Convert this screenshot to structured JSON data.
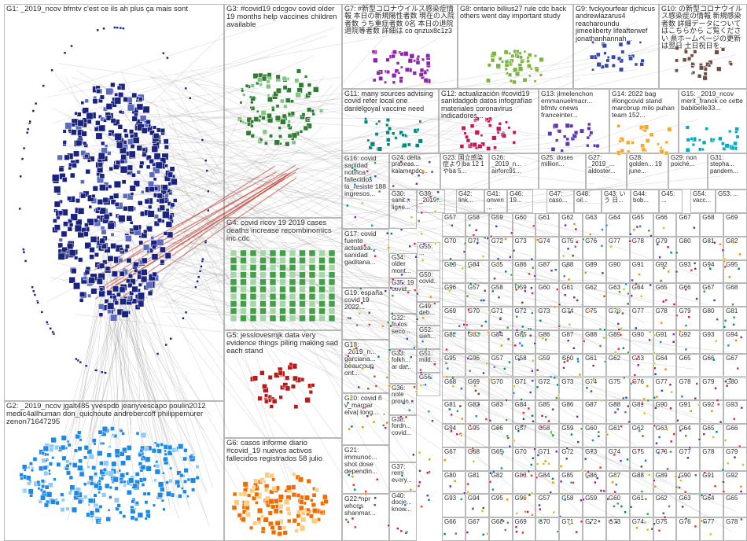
{
  "colors": {
    "edge": "#9a9a9a",
    "edge_red": "#c0392b",
    "box_border": "#b9b9b9",
    "label": "#2b2b2b"
  },
  "groups": [
    {
      "id": "G1",
      "label": "G1: _2019_ncov bfmtv c'est ce ils ah plus ça mais sont",
      "node_color": "#1a237e"
    },
    {
      "id": "G2",
      "label": "G2: _2019_ncov jgalt485 yvespdb jeanyvescapo poulin2012 medic4allhuman don_quichoute andrebercoff philippemurer zenon71647295",
      "node_color": "#1e88e5"
    },
    {
      "id": "G3",
      "label": "G3: #covid19 cdcgov covid older 19 months help vaccines children available",
      "node_color": "#2e7d32"
    },
    {
      "id": "G4",
      "label": "G4: covid ncov 19 2019 cases deaths increase recombinomics inc cdc",
      "node_color": "#43a047"
    },
    {
      "id": "G5",
      "label": "G5: jesslovesmjk data very evidence things piling making sad each stand",
      "node_color": "#b71c1c"
    },
    {
      "id": "G6",
      "label": "G6: casos informe diario #covid_19 nuevos activos fallecidos registrados 58 julio",
      "node_color": "#ef6c00"
    },
    {
      "id": "G7",
      "label": "G7: #新型コロナウイルス感染症情報 本日の新規陽性者数 現在の入院者数 うち重症者数 0名 本日の退院 退院等者数 詳細は co qnzux8c1z3",
      "node_color": "#8e24aa"
    },
    {
      "id": "G8",
      "label": "G8: ontario billius27 rule cdc back others went day important study",
      "node_color": "#7cb342"
    },
    {
      "id": "G9",
      "label": "G9: fvckyourfear djchicus andrewlazarus4 reacharoundu jimeeliberty lifeafterwef jonathanhannah...",
      "node_color": "#3949ab"
    },
    {
      "id": "G10",
      "label": "G10: の新型コロナウイルス感染症の情報 新規感染者数 詳細データについてはこちらから ご覧ください 県ホームページの更新は翌日 土日祝日を...",
      "node_color": "#6d4c41"
    },
    {
      "id": "G11",
      "label": "G11: many sources advising covid refer local one danielgoyal vaccine need",
      "node_color": "#00897b"
    },
    {
      "id": "G12",
      "label": "G12: actualización #covid19 sanidadgob datos infografías materiales coronavirus indicadores...",
      "node_color": "#c2185b"
    },
    {
      "id": "G13",
      "label": "G13: jlmelenchon emmanuelmacr... bfmtv cnews franceinter...",
      "node_color": "#5e35b1"
    },
    {
      "id": "G14",
      "label": "G14: 2022 bag #longcovid stand marcbrup milo puhan team 152...",
      "node_color": "#f9a825"
    },
    {
      "id": "G15",
      "label": "G15: _2019_ncov merit_franck ce cette babibelle33...",
      "node_color": "#00acc1"
    },
    {
      "id": "G16",
      "label": "G16: covid sanidad notifica fallecidos la_resiste 188 ingresos...",
      "node_color": "#ad1457"
    },
    {
      "id": "G17",
      "label": "G17: covid fuente actualiza... sanidad gaditana...",
      "node_color": "#6a1b9a"
    },
    {
      "id": "G18",
      "label": "G18: _2019_n... garciana... beaucoup ont...",
      "node_color": "#283593"
    },
    {
      "id": "G19",
      "label": "G19: españa covid 19 2022...",
      "node_color": "#d84315"
    },
    {
      "id": "G20",
      "label": "G20: covid ñ v_margar elva| long...",
      "node_color": "#558b2f"
    },
    {
      "id": "G21",
      "label": "G21: immunoc... shot dose dependin...",
      "node_color": "#0277bd"
    },
    {
      "id": "G22",
      "label": "G22: npr whcos shanmar...",
      "node_color": "#4e342e"
    },
    {
      "id": "G23",
      "label": "G23: 国立感染症より|ba 12 1やba 5...",
      "node_color": "#1565c0"
    },
    {
      "id": "G24",
      "label": "G24: delta praxeas... kalamendo...",
      "node_color": "#37474f"
    },
    {
      "id": "G25",
      "label": "G25: doses million...",
      "node_color": "#ff7043"
    },
    {
      "id": "G26",
      "label": "G26: _2019_n... airforc91...",
      "node_color": "#1976d2"
    },
    {
      "id": "G27",
      "label": "G27: _2019_... aldoster...",
      "node_color": "#512da8"
    },
    {
      "id": "G28",
      "label": "G28: golden... 19 june...",
      "node_color": "#fbc02d"
    },
    {
      "id": "G29",
      "label": "G29: non poiché...",
      "node_color": "#388e3c"
    },
    {
      "id": "G30",
      "label": "G30: sanit... ligne...",
      "node_color": "#0097a7"
    },
    {
      "id": "G31",
      "label": "G31: stepha... pandem...",
      "node_color": "#c62828"
    },
    {
      "id": "G32",
      "label": "G32: frutos seco...",
      "node_color": "#689f38"
    },
    {
      "id": "G33",
      "label": "G33: folkh... ar da...",
      "node_color": "#7b1fa2"
    },
    {
      "id": "G34",
      "label": "G34: older mont...",
      "node_color": "#455a64"
    },
    {
      "id": "G35",
      "label": "G35: 19 covid...",
      "node_color": "#f57c00"
    },
    {
      "id": "G36",
      "label": "G36: note provin...",
      "node_color": "#00796b"
    },
    {
      "id": "G37",
      "label": "G37: remi every...",
      "node_color": "#303f9f"
    },
    {
      "id": "G38",
      "label": "G38: fordn... covid...",
      "node_color": "#5d4037"
    },
    {
      "id": "G39",
      "label": "G39: _2019...",
      "node_color": "#1e88e5"
    },
    {
      "id": "G40",
      "label": "G40: docje... know...",
      "node_color": "#827717"
    },
    {
      "id": "G41",
      "label": "G41: onven...",
      "node_color": "#e53935"
    },
    {
      "id": "G42",
      "label": "G42: link...",
      "node_color": "#8e24aa"
    },
    {
      "id": "G43",
      "label": "G43: いう 日...",
      "node_color": "#00838f"
    },
    {
      "id": "G44",
      "label": "G44: bob...",
      "node_color": "#6d4c41"
    },
    {
      "id": "G45",
      "label": "G45: ...",
      "node_color": "#2e7d32"
    },
    {
      "id": "G46",
      "label": "G46: 19...",
      "node_color": "#1565c0"
    },
    {
      "id": "G47",
      "label": "G47: caso...",
      "node_color": "#ad1457"
    },
    {
      "id": "G48",
      "label": "G48: oil...",
      "node_color": "#4527a0"
    },
    {
      "id": "G49",
      "label": "G49: deb...",
      "node_color": "#00695c"
    },
    {
      "id": "G50",
      "label": "G50: covid...",
      "node_color": "#ef6c00"
    },
    {
      "id": "G51",
      "label": "G51: mild...",
      "node_color": "#283593"
    },
    {
      "id": "G52",
      "label": "G52: sieh...",
      "node_color": "#9e9d24"
    },
    {
      "id": "G53",
      "label": "G53: ...",
      "node_color": "#c62828"
    },
    {
      "id": "G54",
      "label": "G54: vacc...",
      "node_color": "#0277bd"
    },
    {
      "id": "G55",
      "label": "G55: ...",
      "node_color": "#558b2f"
    },
    {
      "id": "G56",
      "label": "G56: ...",
      "node_color": "#6a1b9a"
    }
  ],
  "small_groups": [
    "G57",
    "G58",
    "G59",
    "G60",
    "G61",
    "G62",
    "G63",
    "G64",
    "G65",
    "G66",
    "G67",
    "G68",
    "G69",
    "G70",
    "G71",
    "G72",
    "G73",
    "G74",
    "G75",
    "G76",
    "G77",
    "G78",
    "G79",
    "G80",
    "G81",
    "G82",
    "G83",
    "G84",
    "G85",
    "G86",
    "G87",
    "G88",
    "G89",
    "G90",
    "G91",
    "G92",
    "G93",
    "G94",
    "G95",
    "G96"
  ]
}
